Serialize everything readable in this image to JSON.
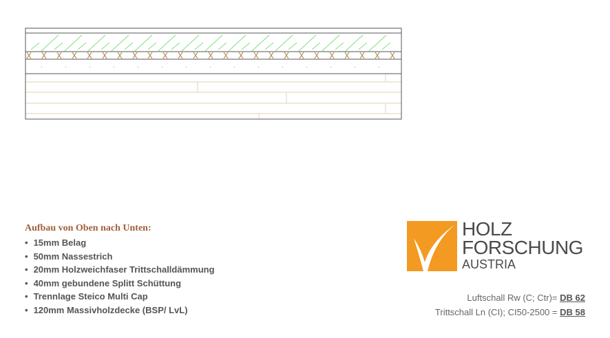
{
  "heading": "Aufbau von Oben nach Unten:",
  "layers": [
    "15mm Belag",
    "50mm Nassestrich",
    "20mm Holzweichfaser Trittschalldämmung",
    "40mm gebundene Splitt Schüttung",
    "Trennlage Steico Multi Cap",
    "120mm Massivholzdecke (BSP/ LvL)"
  ],
  "logo": {
    "line1": "HOLZ",
    "line2": "FORSCHUNG",
    "line3": "AUSTRIA"
  },
  "results": [
    {
      "label": "Luftschall Rw (C; Ctr)= ",
      "value": "DB 62"
    },
    {
      "label": "Trittschall Ln (CI); CI50-2500 = ",
      "value": "DB 58"
    }
  ],
  "colors": {
    "accent": "#f39a23",
    "heading": "#a0603a",
    "hatch": "#7ee07e",
    "insulation": "#b07a40",
    "wood": "#e6dcc4"
  }
}
